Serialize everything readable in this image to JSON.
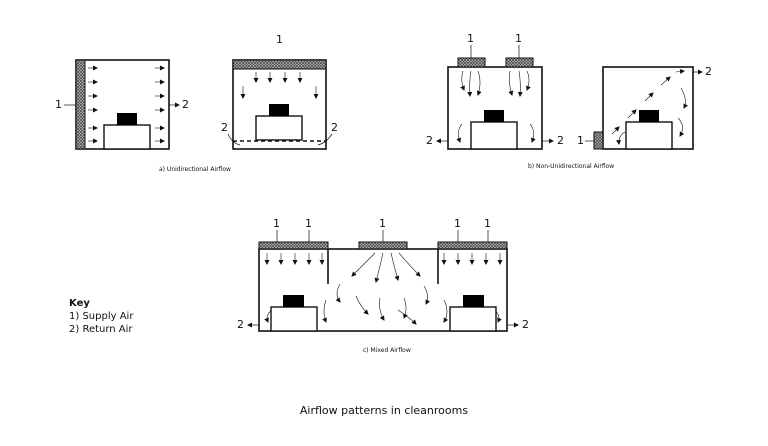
{
  "diagrams": {
    "a": {
      "caption": "a)  Unidirectional Airflow"
    },
    "b": {
      "caption": "b) Non-Unidirectional Airflow"
    },
    "c": {
      "caption": "c) Mixed Airflow"
    }
  },
  "callouts": {
    "supply": "1",
    "return": "2"
  },
  "key": {
    "title": "Key",
    "items": [
      "1) Supply Air",
      "2) Return Air"
    ]
  },
  "figure_title": "Airflow patterns in cleanrooms",
  "colors": {
    "stroke": "#111111",
    "filter_fill": "#bdbdbd",
    "equipment": "#000000",
    "background": "#ffffff"
  }
}
